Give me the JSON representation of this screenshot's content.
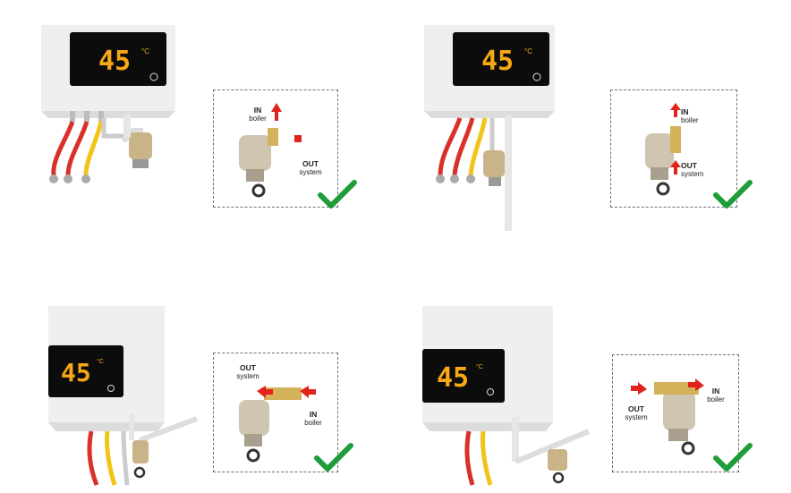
{
  "panels": [
    {
      "id": "top-left",
      "temperature": "45",
      "unit": "°C",
      "labels": [
        {
          "bold": "IN",
          "text": "boiler"
        },
        {
          "bold": "OUT",
          "text": "system"
        }
      ],
      "status": "correct"
    },
    {
      "id": "top-right",
      "temperature": "45",
      "unit": "°C",
      "labels": [
        {
          "bold": "IN",
          "text": "boiler"
        },
        {
          "bold": "OUT",
          "text": "system"
        }
      ],
      "status": "correct"
    },
    {
      "id": "bottom-left",
      "temperature": "45",
      "unit": "°C",
      "labels": [
        {
          "bold": "OUT",
          "text": "system"
        },
        {
          "bold": "IN",
          "text": "boiler"
        }
      ],
      "status": "correct"
    },
    {
      "id": "bottom-right",
      "temperature": "45",
      "unit": "°C",
      "labels": [
        {
          "bold": "OUT",
          "text": "system"
        },
        {
          "bold": "IN",
          "text": "boiler"
        }
      ],
      "status": "correct"
    }
  ],
  "colors": {
    "check": "#1f9d3a",
    "arrow": "#e0231b",
    "display": "#f7a814",
    "pipe_red": "#d9302a",
    "pipe_yellow": "#f2c418"
  }
}
